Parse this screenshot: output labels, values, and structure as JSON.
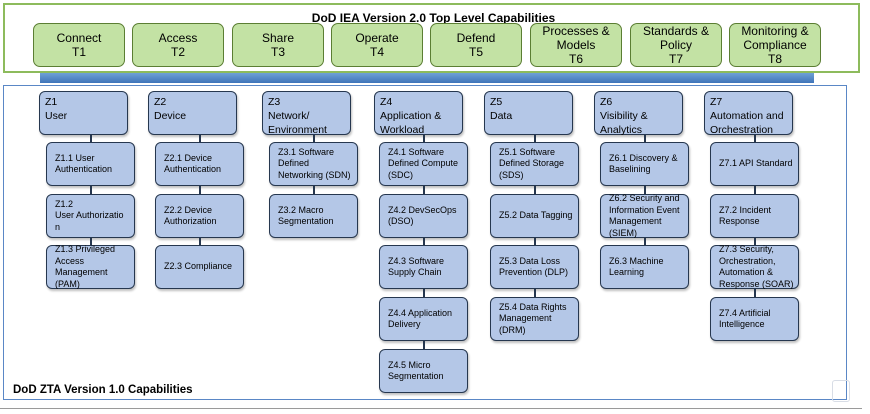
{
  "iea": {
    "title": "DoD IEA Version 2.0 Top Level Capabilities",
    "capabilities": [
      {
        "line1": "Connect",
        "line2": "T1",
        "line3": ""
      },
      {
        "line1": "Access",
        "line2": "T2",
        "line3": ""
      },
      {
        "line1": "Share",
        "line2": "T3",
        "line3": ""
      },
      {
        "line1": "Operate",
        "line2": "T4",
        "line3": ""
      },
      {
        "line1": "Defend",
        "line2": "T5",
        "line3": ""
      },
      {
        "line1": "Processes &",
        "line2": "Models",
        "line3": "T6"
      },
      {
        "line1": "Standards &",
        "line2": "Policy",
        "line3": "T7"
      },
      {
        "line1": "Monitoring &",
        "line2": "Compliance",
        "line3": "T8"
      }
    ]
  },
  "zta": {
    "title": "DoD ZTA Version 1.0 Capabilities",
    "pillars": [
      {
        "lines": [
          "Z1",
          "User"
        ],
        "caps": [
          [
            "Z1.1 User",
            "Authentication"
          ],
          [
            "Z1.2",
            "User Authorizatio",
            "n"
          ],
          [
            "Z1.3 Privileged",
            "Access",
            "Management",
            "(PAM)"
          ]
        ]
      },
      {
        "lines": [
          "Z2",
          "Device"
        ],
        "caps": [
          [
            "Z2.1 Device",
            "Authentication"
          ],
          [
            "Z2.2  Device",
            "Authorization"
          ],
          [
            "Z2.3 Compliance"
          ]
        ]
      },
      {
        "lines": [
          "Z3",
          "Network/",
          "Environment"
        ],
        "caps": [
          [
            "Z3.1 Software",
            "Defined",
            "Networking (SDN)"
          ],
          [
            "Z3.2 Macro",
            "Segmentation"
          ]
        ]
      },
      {
        "lines": [
          "Z4",
          "Application &",
          "Workload"
        ],
        "caps": [
          [
            "Z4.1 Software",
            "Defined Compute",
            "(SDC)"
          ],
          [
            "Z4.2 DevSecOps",
            "(DSO)"
          ],
          [
            "Z4.3 Software",
            "Supply Chain"
          ],
          [
            "Z4.4 Application",
            "Delivery"
          ],
          [
            "Z4.5 Micro",
            "Segmentation"
          ]
        ]
      },
      {
        "lines": [
          "Z5",
          "Data"
        ],
        "caps": [
          [
            "Z5.1 Software",
            "Defined Storage",
            "(SDS)"
          ],
          [
            "Z5.2 Data Tagging"
          ],
          [
            "Z5.3 Data Loss",
            "Prevention (DLP)"
          ],
          [
            "Z5.4 Data Rights",
            "Management",
            "(DRM)"
          ]
        ]
      },
      {
        "lines": [
          "Z6",
          "Visibility &",
          "Analytics"
        ],
        "caps": [
          [
            "Z6.1 Discovery &",
            "Baselining"
          ],
          [
            "Z6.2 Security and",
            "Information Event",
            "Management",
            "(SIEM)"
          ],
          [
            "Z6.3 Machine",
            "Learning"
          ]
        ]
      },
      {
        "lines": [
          "Z7",
          "Automation and",
          "Orchestration"
        ],
        "caps": [
          [
            "Z7.1 API Standard"
          ],
          [
            "Z7.2 Incident",
            "Response"
          ],
          [
            "Z7.3 Security,",
            "Orchestration,",
            "Automation &",
            "Response (SOAR)"
          ],
          [
            "Z7.4 Artificial",
            "Intelligence"
          ]
        ]
      }
    ]
  }
}
